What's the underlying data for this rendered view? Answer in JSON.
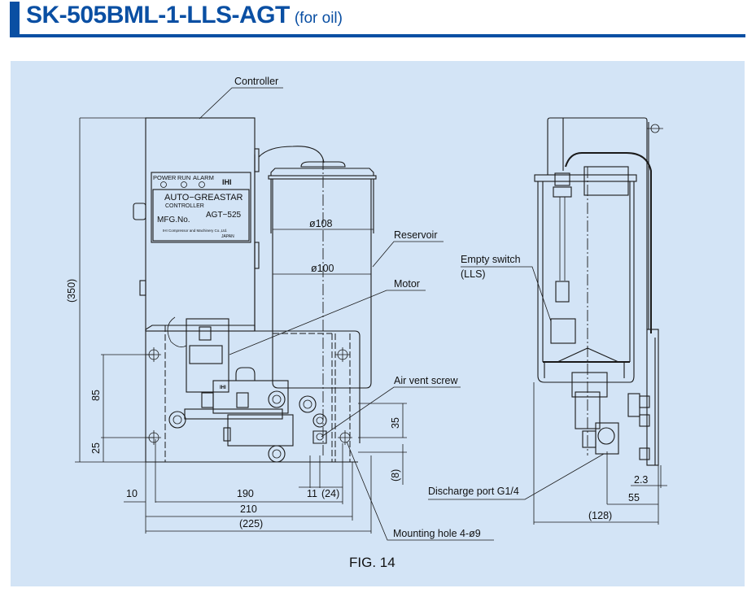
{
  "header": {
    "model": "SK-505BML-1-LLS-AGT",
    "subtitle": "(for oil)"
  },
  "figure": {
    "caption": "FIG. 14",
    "callouts": {
      "controller": "Controller",
      "reservoir": "Reservoir",
      "motor": "Motor",
      "air_vent_screw": "Air vent screw",
      "mounting_hole": "Mounting hole 4-ø9",
      "empty_switch": "Empty switch",
      "empty_switch_code": "(LLS)",
      "discharge_port": "Discharge port G1/4"
    },
    "controller_plate": {
      "indicators": [
        "POWER",
        "RUN",
        "ALARM"
      ],
      "brand": "IHI",
      "name": "AUTO−GREASTAR",
      "type": "CONTROLLER",
      "mfg_label": "MFG.No.",
      "model": "AGT−525",
      "maker": "IHI Compressor and Machinery Co.,Ltd.",
      "country": "JAPAN"
    },
    "pump_badge": "IHI",
    "dimensions": {
      "reservoir_outer_dia": "ø108",
      "reservoir_inner_dia": "ø100",
      "overall_height": "(350)",
      "hole_pitch_vertical": "85",
      "hole_from_base": "25",
      "port_height": "35",
      "base_thickness": "(8)",
      "left_offset": "10",
      "hole_pitch_horizontal": "190",
      "base_width": "210",
      "overall_width": "(225)",
      "vent_offset": "11",
      "vent_to_edge": "(24)",
      "side_offset": "2.3",
      "side_depth": "55",
      "overall_depth": "(128)"
    }
  }
}
